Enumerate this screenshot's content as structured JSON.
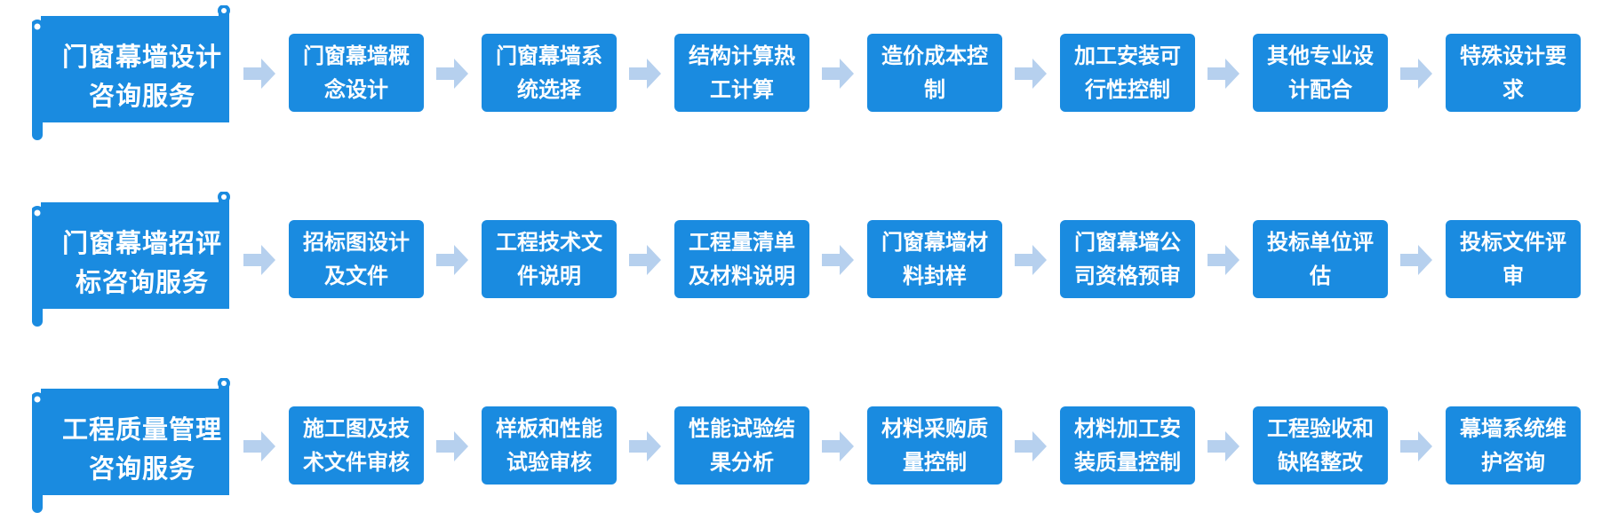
{
  "colors": {
    "box": "#1a8be0",
    "scroll": "#1a8be0",
    "scroll_edge": "#0f6fc0",
    "arrow": "#b6d0ee"
  },
  "rows": [
    {
      "category": "门窗幕墙设计咨询服务",
      "steps": [
        "门窗幕墙概念设计",
        "门窗幕墙系统选择",
        "结构计算热工计算",
        "造价成本控制",
        "加工安装可行性控制",
        "其他专业设计配合",
        "特殊设计要求"
      ]
    },
    {
      "category": "门窗幕墙招评标咨询服务",
      "steps": [
        "招标图设计及文件",
        "工程技术文件说明",
        "工程量清单及材料说明",
        "门窗幕墙材料封样",
        "门窗幕墙公司资格预审",
        "投标单位评估",
        "投标文件评审"
      ]
    },
    {
      "category": "工程质量管理咨询服务",
      "steps": [
        "施工图及技术文件审核",
        "样板和性能试验审核",
        "性能试验结果分析",
        "材料采购质量控制",
        "材料加工安装质量控制",
        "工程验收和缺陷整改",
        "幕墙系统维护咨询"
      ]
    }
  ]
}
